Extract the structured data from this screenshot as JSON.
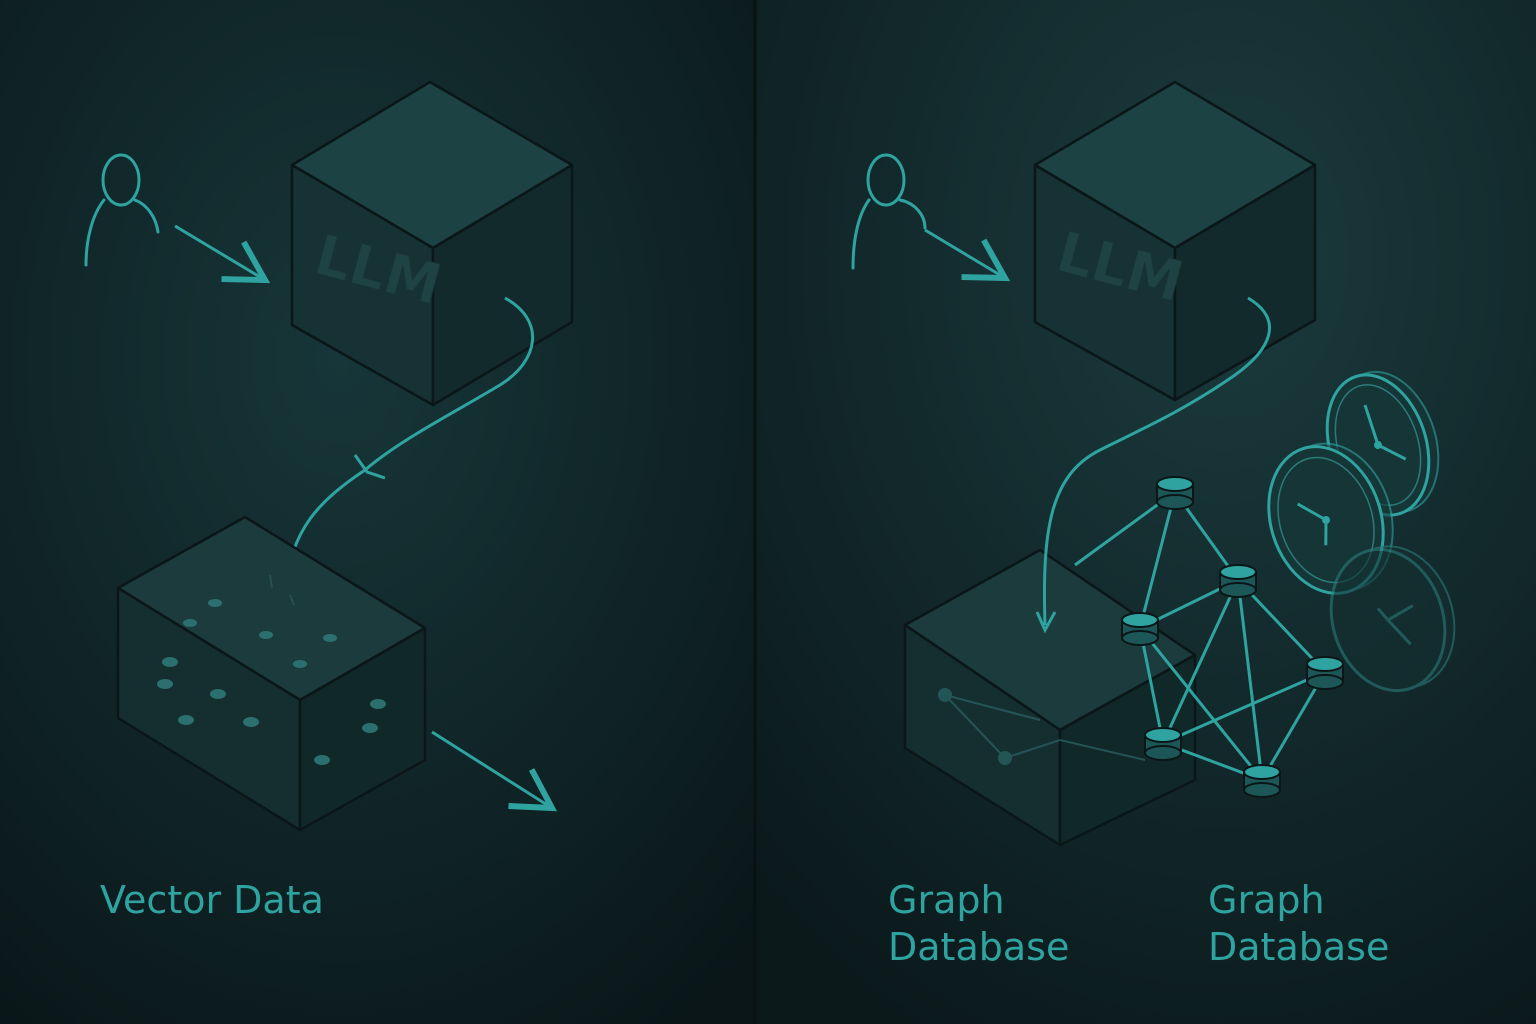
{
  "left_panel": {
    "cube_label": "LLM",
    "caption": "Vector Data"
  },
  "right_panel": {
    "cube_label": "LLM",
    "caption_1": "Graph Database",
    "caption_2": "Graph Database"
  },
  "colors": {
    "background": "#0b1a1c",
    "accent": "#2fa3a0",
    "cube_face_top": "#1d4243",
    "cube_face_front": "#163234",
    "cube_face_side": "#122a2c",
    "edge": "#0a1617"
  },
  "icons": [
    "user-icon",
    "arrow-icon",
    "cube-icon",
    "database-icon",
    "graph-node-icon",
    "clock-icon"
  ]
}
